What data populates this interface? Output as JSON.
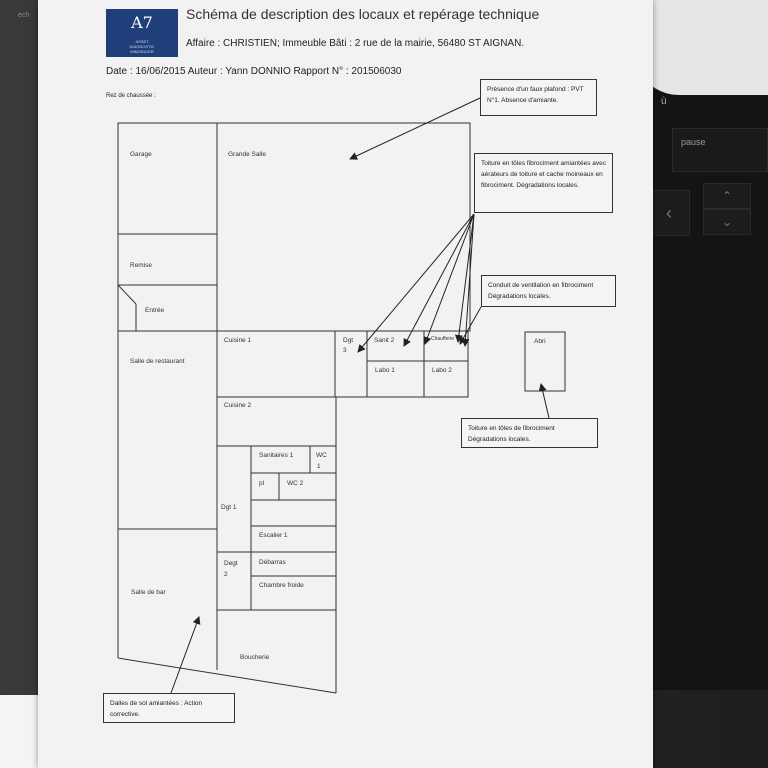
{
  "background": {
    "corner_text": "ech",
    "key_u": "ù",
    "key_pause": "pause"
  },
  "header": {
    "logo_mark": "A7",
    "logo_text": "ASSET\nDIAGNOSTIC\nIMMOBILIER",
    "title": "Schéma de description des locaux et repérage technique",
    "affaire": "Affaire : CHRISTIEN; Immeuble Bâti : 2 rue de la mairie,  56480 ST AIGNAN.",
    "date_line": "Date : 16/06/2015   Auteur : Yann DONNIO   Rapport N° : 201506030",
    "level": "Rez de chaussée :"
  },
  "rooms": {
    "garage": "Garage",
    "grande_salle": "Grande Salle",
    "remise": "Remise",
    "entree": "Entrée",
    "salle_restaurant": "Salle de restaurant",
    "cuisine1": "Cuisine 1",
    "dgt3_a": "Dgt",
    "dgt3_b": "3",
    "sanit2": "Sanit 2",
    "chaufferie": "Chaufferie",
    "labo1": "Labo 1",
    "labo2": "Labo 2",
    "abri": "Abri",
    "cuisine2": "Cuisine 2",
    "sanitaires1": "Sanitaires 1",
    "wc1_a": "WC",
    "wc1_b": "1",
    "pl": "pl",
    "wc2": "WC 2",
    "dgt1": "Dgt 1",
    "escalier1": "Escalier 1",
    "dgt2_a": "Degt",
    "dgt2_b": "2",
    "debarras": "Débarras",
    "chambre_froide": "Chambre froide",
    "salle_bar": "Salle de bar",
    "boucherie": "Boucherie"
  },
  "callouts": {
    "faux_plafond": "Présence d'un faux plafond : PVT N°1. Absence d'amiante.",
    "toiture_fibro": "Toiture en tôles fibrociment amiantées avec aérateurs de toiture et cache moineaux en fibrociment. Dégradations locales.",
    "conduit": "Conduit de ventilation en fibrociment Dégradations locales.",
    "toiture_abri": "Toiture en tôles de fibrociment Dégradations locales.",
    "dalles": "Dalles de sol amiantées : Action corrective."
  }
}
